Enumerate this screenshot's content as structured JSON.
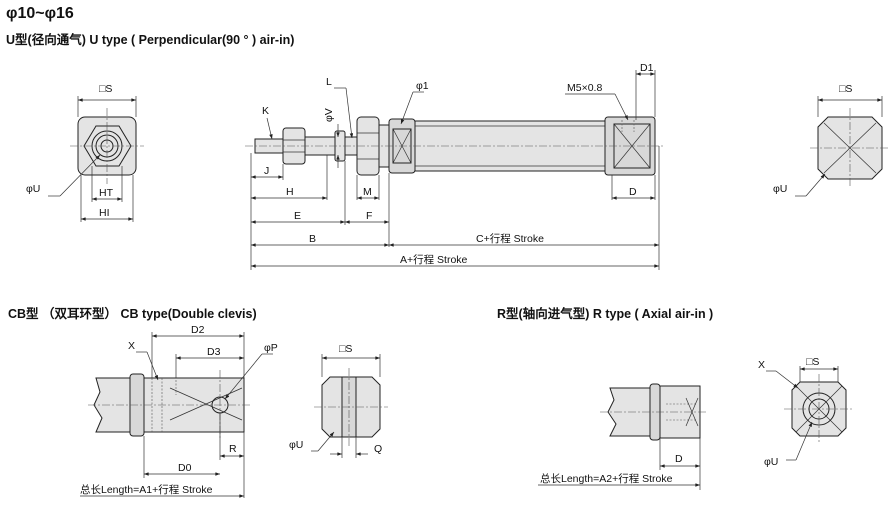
{
  "title": "φ10~φ16",
  "sections": {
    "u": {
      "title": "U型(径向通气)  U type ( Perpendicular(90 ° ) air-in)"
    },
    "cb": {
      "title": "CB型 （双耳环型）  CB type(Double clevis)"
    },
    "r": {
      "title": "R型(轴向进气型)  R type ( Axial air-in )"
    }
  },
  "labels": {
    "s": "□S",
    "phi_u": "φU",
    "ht": "HT",
    "hi": "HI",
    "k": "K",
    "l": "L",
    "phi_v": "φV",
    "phi_1": "φ1",
    "m5": "M5×0.8",
    "d1": "D1",
    "j": "J",
    "h": "H",
    "m": "M",
    "d": "D",
    "e": "E",
    "f": "F",
    "b": "B",
    "c_stroke": "C+行程 Stroke",
    "a_stroke": "A+行程 Stroke",
    "x": "X",
    "d2": "D2",
    "d3": "D3",
    "phi_p": "φP",
    "r": "R",
    "d0": "D0",
    "q": "Q",
    "total_a1": "总长Length=A1+行程 Stroke",
    "total_a2": "总长Length=A2+行程 Stroke"
  }
}
